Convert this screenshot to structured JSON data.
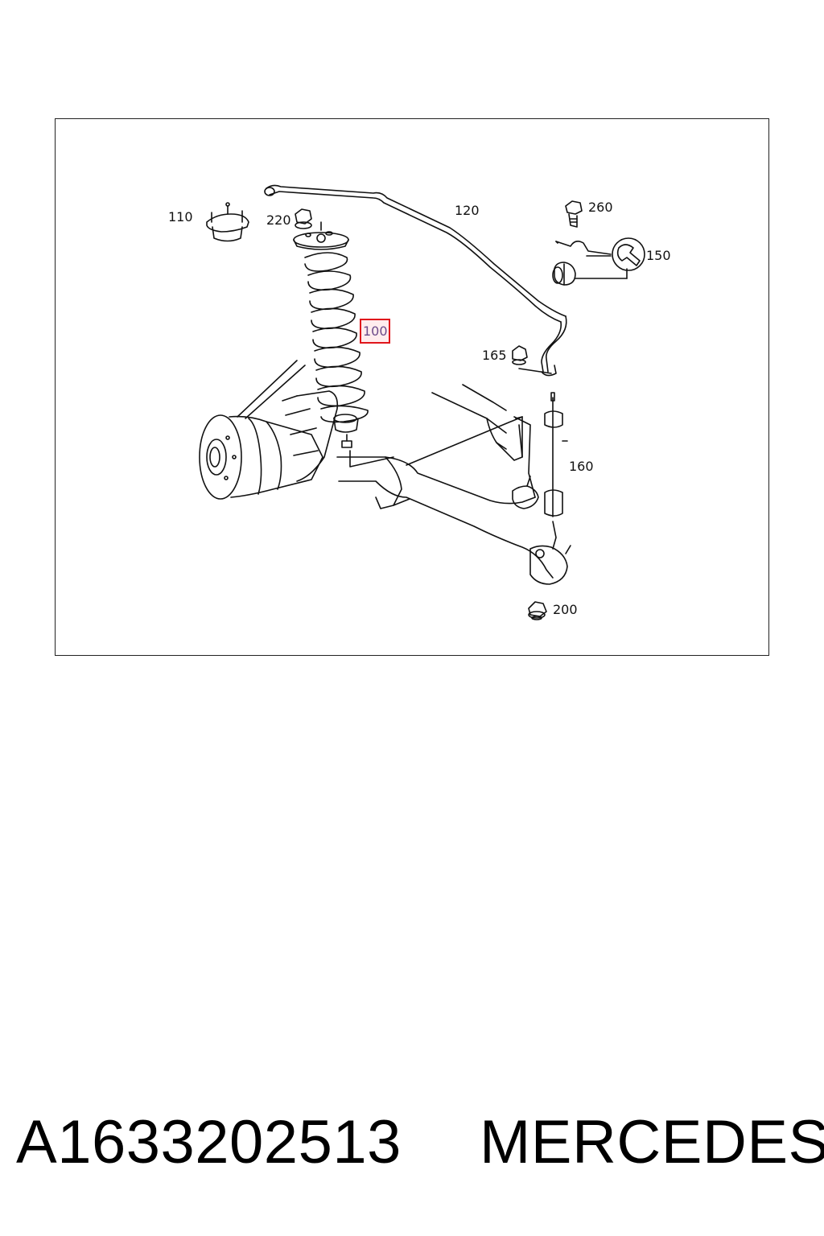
{
  "diagram": {
    "callouts": {
      "c100": "100",
      "c110": "110",
      "c120": "120",
      "c150": "150",
      "c160": "160",
      "c165": "165",
      "c200": "200",
      "c220": "220",
      "c260": "260"
    },
    "highlighted_callout": "100",
    "highlight_color": "#e0151b"
  },
  "footer": {
    "part_number": "A1633202513",
    "brand": "MERCEDES"
  }
}
